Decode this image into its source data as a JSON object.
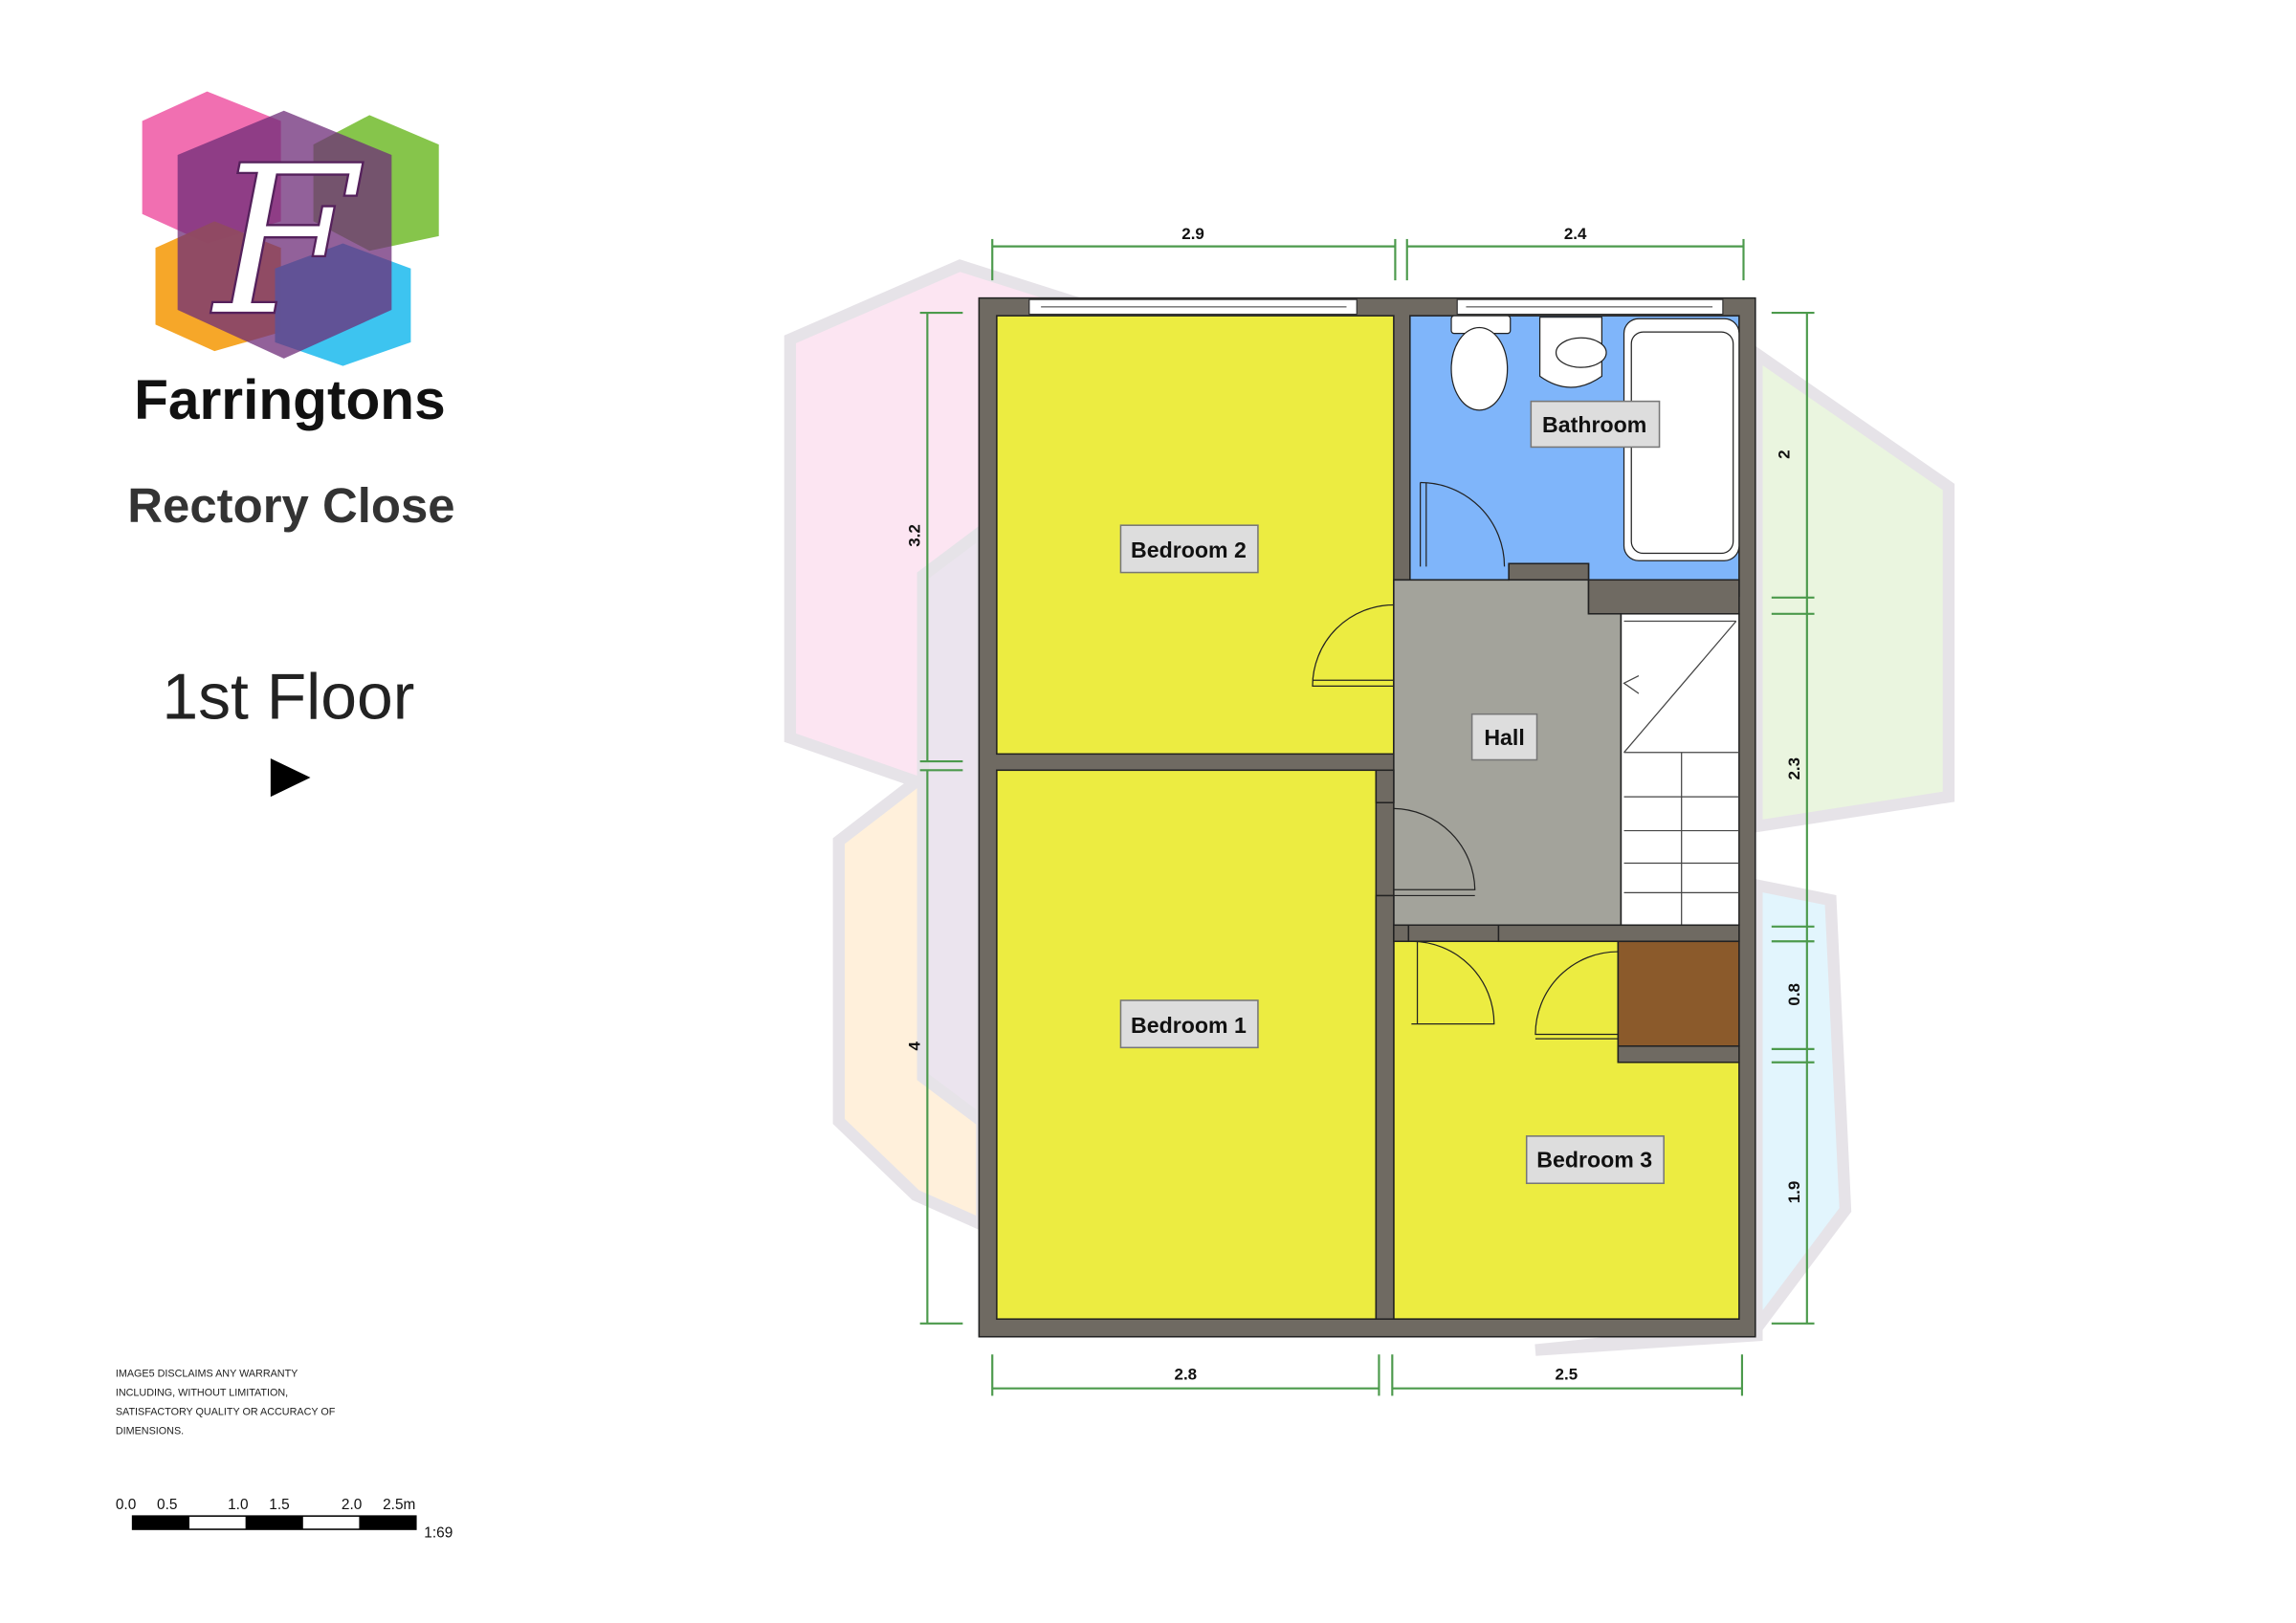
{
  "brand": {
    "name": "Farringtons",
    "logo_letter": "F"
  },
  "property": {
    "name": "Rectory Close"
  },
  "floor": {
    "label": "1st Floor",
    "icon": "play-triangle-icon"
  },
  "rooms": {
    "bedroom2": "Bedroom 2",
    "bathroom": "Bathroom",
    "hall": "Hall",
    "bedroom1": "Bedroom 1",
    "bedroom3": "Bedroom 3"
  },
  "dimensions": {
    "top": [
      "2.9",
      "2.4"
    ],
    "bottom": [
      "2.8",
      "2.5"
    ],
    "left": [
      "3.2",
      "4"
    ],
    "right": [
      "2",
      "2.3",
      "0.8",
      "1.9"
    ]
  },
  "disclaimer": [
    "IMAGE5 DISCLAIMS ANY WARRANTY",
    "INCLUDING, WITHOUT LIMITATION,",
    "SATISFACTORY QUALITY OR ACCURACY OF",
    "DIMENSIONS."
  ],
  "scale": {
    "ticks": [
      "0.0",
      "0.5",
      "1.0",
      "1.5",
      "2.0",
      "2.5m"
    ],
    "ratio": "1:69"
  },
  "colors": {
    "bedroom": "#ecec41",
    "bathroom": "#7fb5fa",
    "hall": "#a3a39b",
    "cupboard": "#8b5a2b",
    "wall": "#6f6a62"
  }
}
